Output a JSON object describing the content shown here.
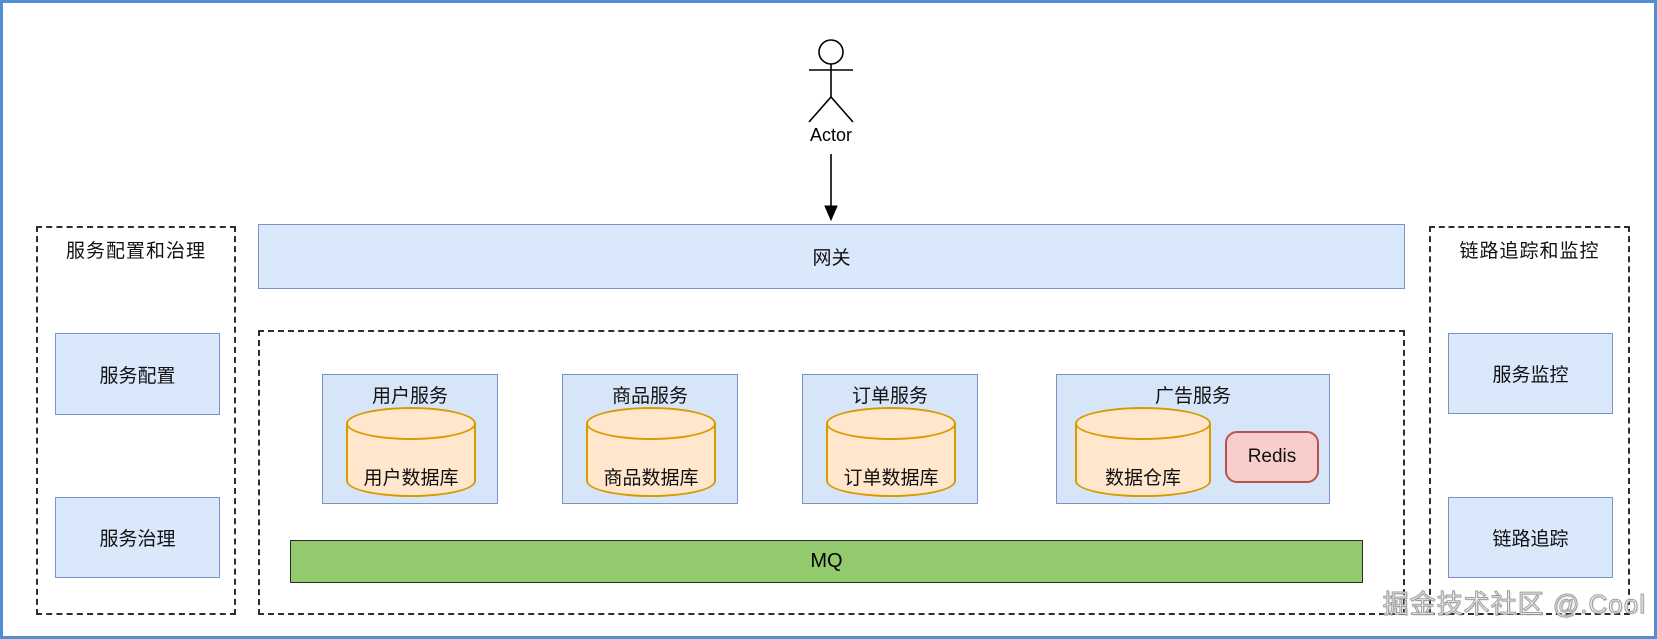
{
  "diagram": {
    "actor": {
      "label": "Actor"
    },
    "gateway": {
      "label": "网关"
    },
    "left_panel": {
      "title": "服务配置和治理",
      "items": [
        {
          "label": "服务配置"
        },
        {
          "label": "服务治理"
        }
      ]
    },
    "right_panel": {
      "title": "链路追踪和监控",
      "items": [
        {
          "label": "服务监控"
        },
        {
          "label": "链路追踪"
        }
      ]
    },
    "services": [
      {
        "title": "用户服务",
        "database": "用户数据库"
      },
      {
        "title": "商品服务",
        "database": "商品数据库"
      },
      {
        "title": "订单服务",
        "database": "订单数据库"
      },
      {
        "title": "广告服务",
        "database": "数据仓库",
        "cache": "Redis"
      }
    ],
    "mq": {
      "label": "MQ"
    },
    "watermark": "掘金技术社区 @.Cool",
    "colors": {
      "frame_border": "#4f8fd2",
      "box_fill": "#dae8fc",
      "box_border": "#7b93c6",
      "cylinder_fill": "#ffe6cc",
      "cylinder_border": "#d79b00",
      "redis_fill": "#f8cecc",
      "redis_border": "#b85450",
      "mq_fill": "#93ca6d",
      "dashed_border": "#2e2e2e"
    }
  }
}
